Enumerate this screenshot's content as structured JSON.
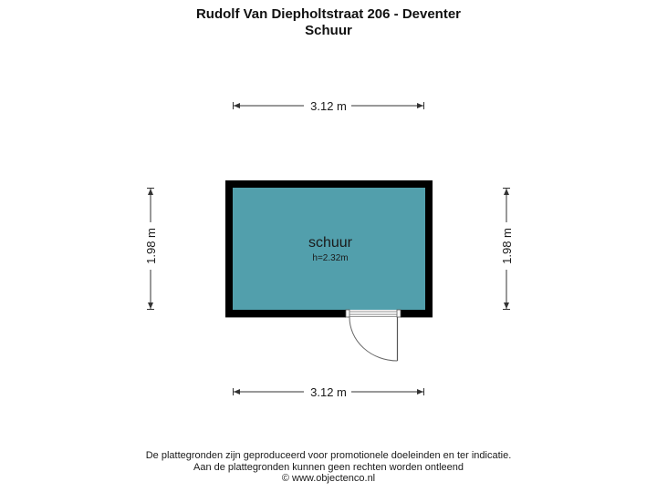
{
  "header": {
    "address": "Rudolf Van Diepholtstraat 206 - Deventer",
    "floor_name": "Schuur"
  },
  "room": {
    "name": "schuur",
    "height": "h=2.32m",
    "fill_color": "#529fac",
    "wall_color": "#000000"
  },
  "dimensions": {
    "top_width": "3.12 m",
    "bottom_width": "3.12 m",
    "left_depth": "1.98 m",
    "right_depth": "1.98 m"
  },
  "footer": {
    "line1": "De plattegronden zijn geproduceerd voor promotionele doeleinden en ter indicatie.",
    "line2": "Aan de plattegronden kunnen geen rechten worden ontleend",
    "line3": "© www.objectenco.nl"
  }
}
